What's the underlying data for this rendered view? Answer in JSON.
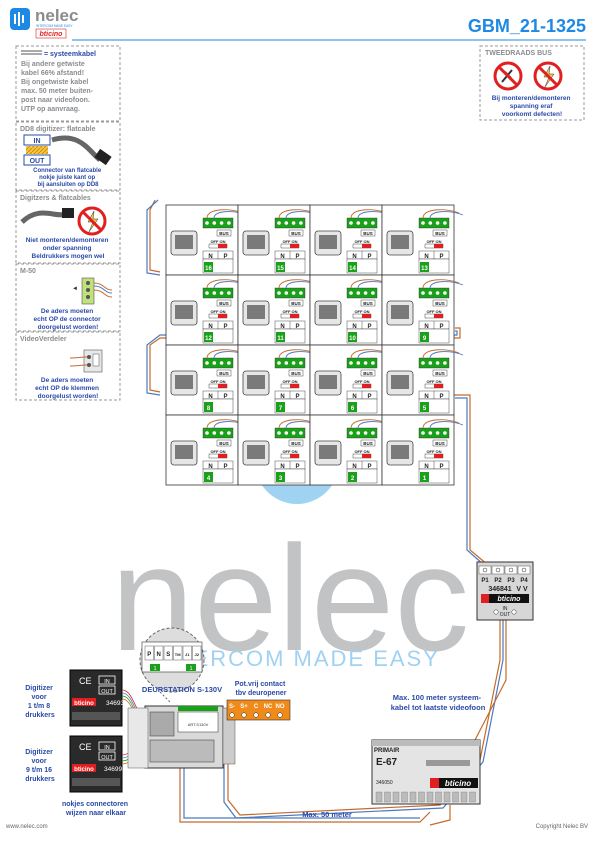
{
  "header": {
    "brand": "nelec",
    "brand_tagline": "INTERCOM MADE EASY",
    "brand_sub": "bticino",
    "doc_code": "GBM_21-1325"
  },
  "colors": {
    "accent_blue": "#1e88e5",
    "brand_grey": "#b8b9bb",
    "note_blue": "#2a4aa8",
    "warning_red": "#e02020",
    "panel_green": "#1aa01a",
    "terminal_orange": "#f08a1a",
    "cable_orange": "#c46a2a",
    "cable_blue": "#4a7ac0"
  },
  "notes": {
    "systemkabel": {
      "legend": "= systeemkabel",
      "lines": [
        "Bij andere getwiste",
        "kabel 66% afstand!",
        "Bij ongetwiste kabel",
        "max. 50 meter buiten-",
        "post naar videofoon.",
        "UTP op aanvraag."
      ]
    },
    "dd8": {
      "title": "DD8 digitizer: flatcable",
      "in_label": "IN",
      "out_label": "OUT",
      "lines": [
        "Connector van flatcable",
        "nokje juiste kant op",
        "bij aansluiten op DD8"
      ]
    },
    "digitizers": {
      "title": "Digitzers & flatcables",
      "lines": [
        "Niet monteren/demonteren",
        "onder spanning",
        "Beldrukkers mogen wel"
      ]
    },
    "m50": {
      "title": "M-50",
      "lines": [
        "De aders moeten",
        "echt OP de connector",
        "doorgelust worden!"
      ]
    },
    "videoverdeler": {
      "title": "VideoVerdeler",
      "lines": [
        "De aders moeten",
        "echt OP de klemmen",
        "doorgelust worden!"
      ]
    },
    "tweedraads": {
      "title": "TWEEDRAADS BUS",
      "lines": [
        "Bij monteren/demonteren",
        "spanning eraf",
        "voorkomt defecten!"
      ]
    }
  },
  "grid": {
    "switch_label": "OFF ON",
    "bus_label": "BUS",
    "n_label": "N",
    "p_label": "P",
    "units": [
      "16",
      "15",
      "14",
      "13",
      "12",
      "11",
      "10",
      "9",
      "8",
      "7",
      "6",
      "5",
      "4",
      "3",
      "2",
      "1"
    ]
  },
  "distributor": {
    "ports": [
      "P1",
      "P2",
      "P3",
      "P4"
    ],
    "code": "346841",
    "vv": "V V",
    "brand": "bticino",
    "in_label": "IN",
    "out_label": "OUT"
  },
  "door_station": {
    "label": "DEURSTATION S-130V",
    "terminals": [
      "P",
      "N",
      "S",
      "TM",
      "J1",
      "J2"
    ],
    "terminal_value": "1",
    "article": "ART.S130V"
  },
  "digitizer_top": {
    "caption": [
      "Digitizer",
      "voor",
      "1 t/m 8",
      "drukkers"
    ],
    "code": "34693",
    "in_label": "IN",
    "out_label": "OUT"
  },
  "digitizer_bottom": {
    "caption": [
      "Digitizer",
      "voor",
      "9 t/m 16",
      "drukkers"
    ],
    "code": "346993",
    "in_label": "IN",
    "out_label": "OUT"
  },
  "connector_note": [
    "nokjes connectoren",
    "wijzen naar elkaar"
  ],
  "potvrij": {
    "lines": [
      "Pot.vrij contact",
      "tbv deuropener"
    ],
    "terminals": [
      "S-",
      "S+",
      "C",
      "NC",
      "NO"
    ]
  },
  "max100": [
    "Max. 100 meter systeem-",
    "kabel tot laatste videofoon"
  ],
  "e67": {
    "primair": "PRIMAIR",
    "model": "E-67",
    "code": "346050",
    "brand": "bticino"
  },
  "max50": "Max. 50 meter",
  "footer": {
    "left": "www.nelec.com",
    "right": "Copyright Nelec BV"
  }
}
